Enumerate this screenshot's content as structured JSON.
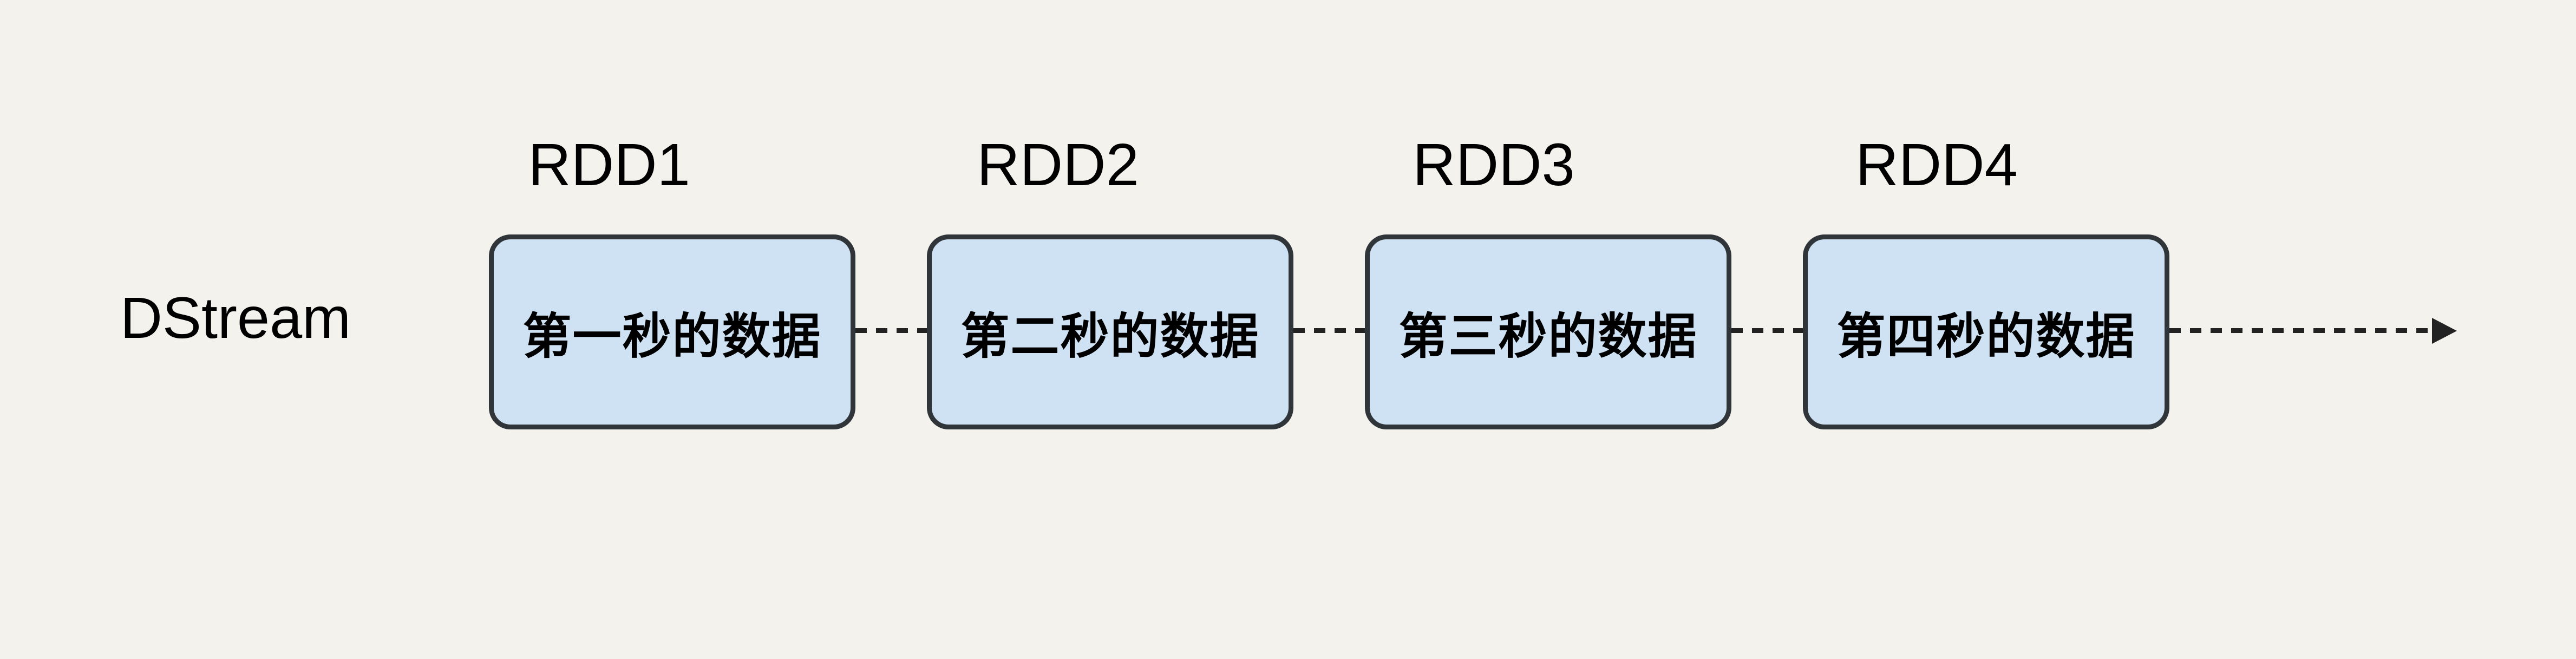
{
  "diagram": {
    "stream_label": "DStream",
    "nodes": [
      {
        "label": "RDD1",
        "text": "第一秒的数据"
      },
      {
        "label": "RDD2",
        "text": "第二秒的数据"
      },
      {
        "label": "RDD3",
        "text": "第三秒的数据"
      },
      {
        "label": "RDD4",
        "text": "第四秒的数据"
      }
    ],
    "flow": {
      "connector_style": "dashed",
      "direction": "right"
    },
    "colors": {
      "background": "#f3f2ed",
      "node_fill": "#cfe2f3",
      "node_border": "#30353a",
      "connector": "#222222",
      "text": "#000000"
    }
  }
}
